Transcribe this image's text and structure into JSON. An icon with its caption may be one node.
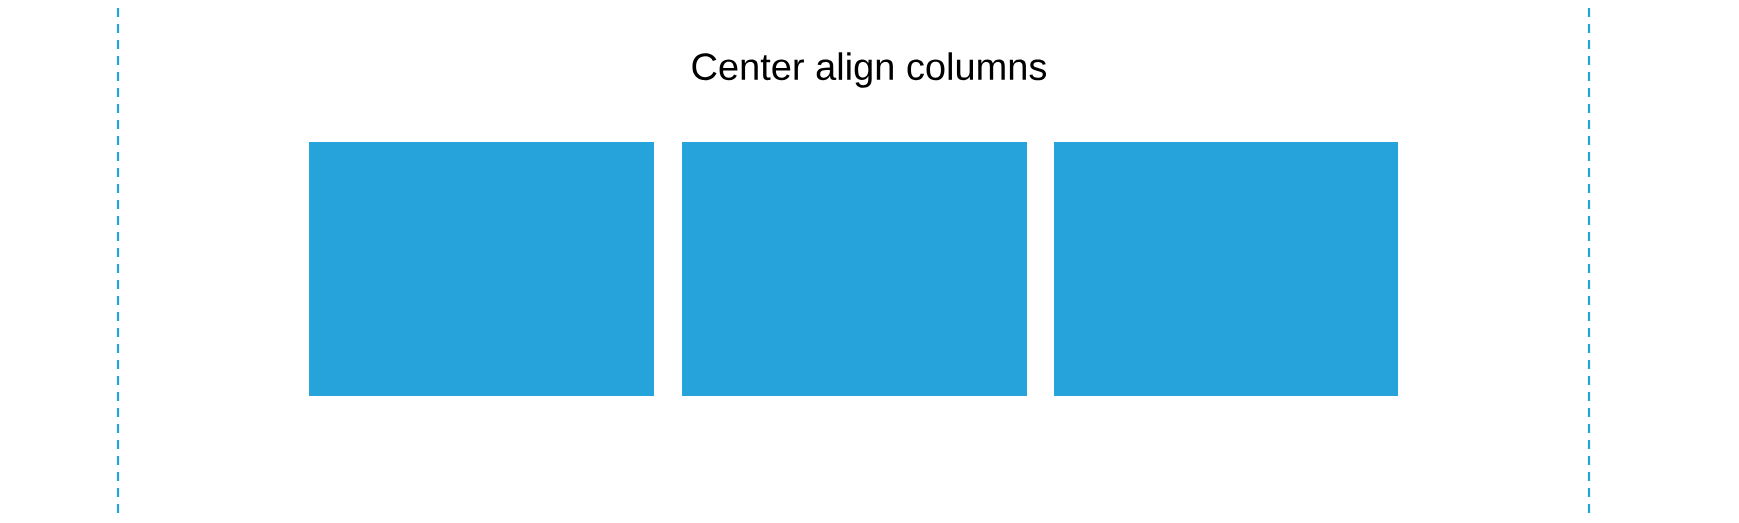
{
  "diagram": {
    "title": "Center align columns",
    "nodes": [
      {
        "text": [],
        "shape": "box"
      },
      {
        "text": [],
        "shape": "box"
      },
      {
        "text": [],
        "shape": "box"
      }
    ]
  }
}
